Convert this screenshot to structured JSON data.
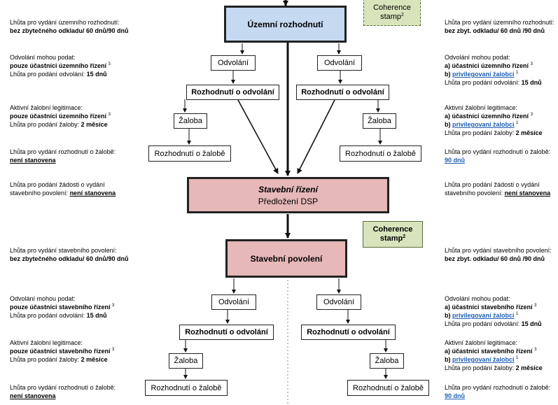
{
  "main_boxes": {
    "uzemni": {
      "label": "Územní rozhodnutí"
    },
    "stavebni_rizeni": {
      "label": "Stavební řízení",
      "sublabel": "Předložení DSP"
    },
    "stavebni_povoleni": {
      "label": "Stavební povolení"
    }
  },
  "stamps": {
    "top": {
      "label": "Coherence stamp",
      "sup": "2"
    },
    "middle": {
      "label": "Coherence stamp",
      "sup": "2"
    }
  },
  "flow_boxes": {
    "odvolani": "Odvolání",
    "rozhodnuti_o_odvolani": "Rozhodnutí o odvolání",
    "zaloba": "Žaloba",
    "rozhodnuti_o_zalobe": "Rozhodnutí o žalobě"
  },
  "left_notes": {
    "n1_l1": "Lhůta pro vydání územního rozhodnutí:",
    "n1_l2": "bez zbytečného odkladu/ 60 dnů/90 dnů",
    "n2_l1": "Odvolání mohou podat:",
    "n2_l2": "pouze účastníci územního řízení",
    "n2_sup": "3",
    "n2_l3a": "Lhůta pro podání odvolání: ",
    "n2_l3b": "15 dnů",
    "n3_l1": "Aktivní žalobní legitimace:",
    "n3_l2": "pouze účastníci územního řízení",
    "n3_sup": "3",
    "n3_l3a": "Lhůta pro podání žaloby: ",
    "n3_l3b": "2 měsíce",
    "n4_l1": "Lhůta pro vydání rozhodnutí o žalobě:",
    "n4_l2": "není stanovena",
    "n5_l1": "Lhůta pro podání žádosti o vydání",
    "n5_l2a": "stavebního povolení: ",
    "n5_l2b": "není stanovena",
    "n6_l1": "Lhůta pro vydání stavebního povolení:",
    "n6_l2": "bez zbytečného odkladu/ 60 dnů/90 dnů",
    "n7_l1": "Odvolání mohou podat:",
    "n7_l2": "pouze účastníci stavebního řízení",
    "n7_sup": "3",
    "n7_l3a": "Lhůta pro podání odvolání: ",
    "n7_l3b": "15 dnů",
    "n8_l1": "Aktivní žalobní legitimace:",
    "n8_l2": "pouze účastníci stavebního řízení",
    "n8_sup": "3",
    "n8_l3a": "Lhůta pro podání žaloby: ",
    "n8_l3b": "2 měsíce",
    "n9_l1": "Lhůta pro vydání rozhodnutí o žalobě:",
    "n9_l2": "není stanovena"
  },
  "right_notes": {
    "n1_l1": "Lhůta pro vydání územního rozhodnutí:",
    "n1_l2": "bez zbyt. odkladu/ 60 dnů /90 dnů",
    "n2_l1": "Odvolání mohou podat:",
    "n2_l2a": "a) ",
    "n2_l2b": "účastníci územního řízení",
    "n2_sup_a": "3",
    "n2_l3a": "b) ",
    "n2_l3b": "privilegovaní žalobci",
    "n2_sup_b": "1",
    "n2_l4a": "Lhůta pro podání odvolání: ",
    "n2_l4b": "15 dnů",
    "n3_l1": "Aktivní žalobní legitimace:",
    "n3_l2a": "a) ",
    "n3_l2b": "účastníci územního řízení",
    "n3_sup_a": "3",
    "n3_l3a": "b) ",
    "n3_l3b": "privilegovaní žalobci",
    "n3_sup_b": "1",
    "n3_l4a": "Lhůta pro podání žaloby: ",
    "n3_l4b": "2 měsíce",
    "n4_l1": "Lhůta pro vydání rozhodnutí o žalobě:",
    "n4_l2": "90 dnů",
    "n5_l1": "Lhůta pro podání žádosti o vydání",
    "n5_l2a": "stavebního povolení: ",
    "n5_l2b": "není stanovena",
    "n6_l1": "Lhůta pro vydání stavebního povolení:",
    "n6_l2": "bez zbyt. odkladu/ 60 dnů /90 dnů",
    "n7_l1": "Odvolání mohou podat:",
    "n7_l2a": "a) ",
    "n7_l2b": "účastníci stavebního řízení",
    "n7_sup_a": "3",
    "n7_l3a": "b) ",
    "n7_l3b": "privilegovaní žalobci",
    "n7_sup_b": "1",
    "n7_l4a": "Lhůta pro podání odvolání: ",
    "n7_l4b": "15 dnů",
    "n8_l1": "Aktivní žalobní legitimace:",
    "n8_l2a": "a) ",
    "n8_l2b": "účastníci stavebního řízení",
    "n8_sup_a": "3",
    "n8_l3a": "b) ",
    "n8_l3b": "privilegovaní žalobci",
    "n8_sup_b": "1",
    "n8_l4a": "Lhůta pro podání žaloby: ",
    "n8_l4b": "2 měsíce",
    "n9_l1": "Lhůta pro vydání rozhodnutí o žalobě:",
    "n9_l2": "90 dnů"
  },
  "colors": {
    "uzemni_fill": "#c5d9f1",
    "rizeni_fill": "#e6b8b7",
    "stamp_top_fill": "#d8e4bc",
    "stamp_mid_fill": "#d7e4bd",
    "link": "#1f5fb4"
  }
}
